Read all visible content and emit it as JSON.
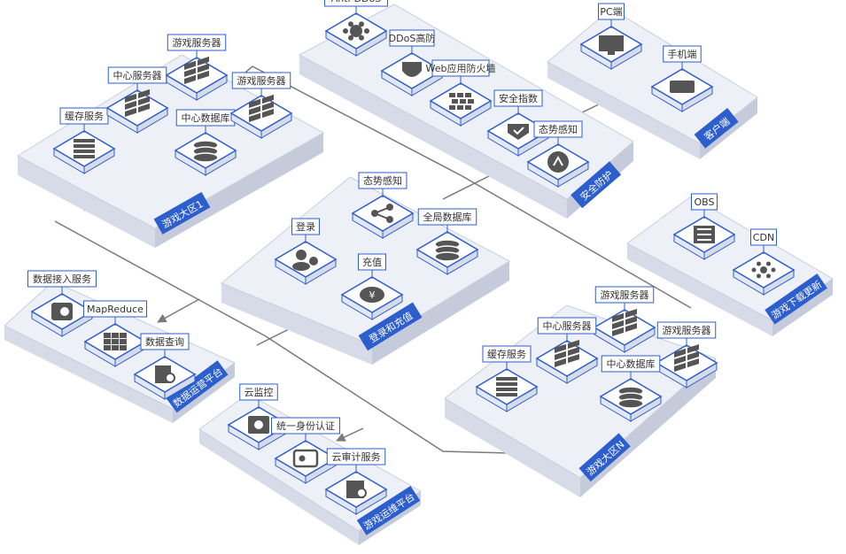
{
  "colors": {
    "platform_top": "#eef0f8",
    "platform_left": "#d7dbe8",
    "platform_right": "#c6cbdc",
    "platform_edge": "#c9cedd",
    "tile_top": "#ffffff",
    "tile_border": "#2c5ecd",
    "tile_side": "#e3e7f1",
    "icon_fill": "#555555",
    "zone_tag": "#2c5ecd",
    "zone_tag_text": "#ffffff",
    "connector": "#7a7a7a",
    "label_border": "#2c5ecd",
    "label_text": "#333333"
  },
  "zones": [
    {
      "id": "game-zone-1",
      "name": "游戏大区1",
      "services": [
        {
          "label": "缓存服务",
          "icon": "cache-icon"
        },
        {
          "label": "中心服务器",
          "icon": "server-icon"
        },
        {
          "label": "游戏服务器",
          "icon": "server-icon"
        },
        {
          "label": "中心数据库",
          "icon": "database-icon"
        },
        {
          "label": "游戏服务器",
          "icon": "server-icon"
        }
      ]
    },
    {
      "id": "security",
      "name": "安全防护",
      "services": [
        {
          "label": "Anti-DDoS",
          "icon": "ddos-icon"
        },
        {
          "label": "DDoS高防",
          "icon": "shield-icon"
        },
        {
          "label": "Web应用防火墙",
          "icon": "firewall-icon"
        },
        {
          "label": "安全指数",
          "icon": "security-index-icon"
        },
        {
          "label": "态势感知",
          "icon": "situation-awareness-icon"
        }
      ]
    },
    {
      "id": "client",
      "name": "客户端",
      "services": [
        {
          "label": "PC端",
          "icon": "pc-icon"
        },
        {
          "label": "手机端",
          "icon": "mobile-icon"
        }
      ]
    },
    {
      "id": "login-recharge",
      "name": "登录和充值",
      "services": [
        {
          "label": "态势感知",
          "icon": "share-icon"
        },
        {
          "label": "登录",
          "icon": "users-icon"
        },
        {
          "label": "全局数据库",
          "icon": "database-icon"
        },
        {
          "label": "充值",
          "icon": "payment-icon"
        }
      ]
    },
    {
      "id": "game-download",
      "name": "游戏下载更新",
      "services": [
        {
          "label": "OBS",
          "icon": "storage-icon"
        },
        {
          "label": "CDN",
          "icon": "cdn-icon"
        }
      ]
    },
    {
      "id": "data-ops",
      "name": "数据运营平台",
      "services": [
        {
          "label": "数据接入服务",
          "icon": "data-ingest-icon"
        },
        {
          "label": "MapReduce",
          "icon": "mapreduce-icon"
        },
        {
          "label": "数据查询",
          "icon": "data-query-icon"
        }
      ]
    },
    {
      "id": "game-zone-n",
      "name": "游戏大区N",
      "services": [
        {
          "label": "游戏服务器",
          "icon": "server-icon"
        },
        {
          "label": "中心服务器",
          "icon": "server-icon"
        },
        {
          "label": "游戏服务器",
          "icon": "server-icon"
        },
        {
          "label": "缓存服务",
          "icon": "cache-icon"
        },
        {
          "label": "中心数据库",
          "icon": "database-icon"
        }
      ]
    },
    {
      "id": "game-ops",
      "name": "游戏运维平台",
      "services": [
        {
          "label": "云监控",
          "icon": "monitor-icon"
        },
        {
          "label": "统一身份认证",
          "icon": "identity-icon"
        },
        {
          "label": "云审计服务",
          "icon": "audit-icon"
        }
      ]
    }
  ]
}
